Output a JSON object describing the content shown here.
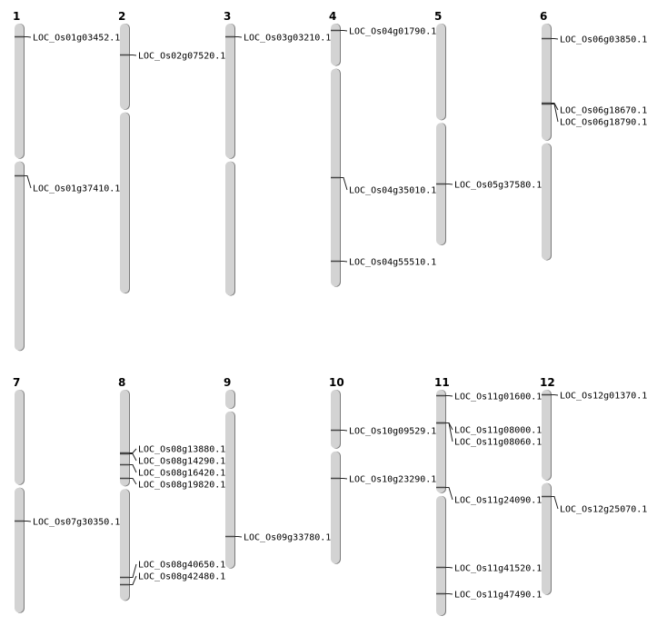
{
  "colors": {
    "chromosome": "#d3d3d3",
    "shadow": "#7a7a7a",
    "marker": "#444444"
  },
  "units": "Mb",
  "chromosomes": [
    {
      "name": "1",
      "length": 43.4,
      "centromere": 18.1,
      "markers": [
        {
          "label": "LOC_Os01g03452.1",
          "pos": 1.7
        },
        {
          "label": "LOC_Os01g37410.1",
          "pos": 20.1
        }
      ]
    },
    {
      "name": "2",
      "length": 35.8,
      "centromere": 11.6,
      "markers": [
        {
          "label": "LOC_Os02g07520.1",
          "pos": 4.1
        }
      ]
    },
    {
      "name": "3",
      "length": 36.1,
      "centromere": 18.1,
      "markers": [
        {
          "label": "LOC_Os03g03210.1",
          "pos": 1.7
        }
      ]
    },
    {
      "name": "4",
      "length": 34.9,
      "centromere": 5.8,
      "markers": [
        {
          "label": "LOC_Os04g01790.1",
          "pos": 0.8
        },
        {
          "label": "LOC_Os04g35010.1",
          "pos": 20.4
        },
        {
          "label": "LOC_Os04g55510.1",
          "pos": 31.4
        }
      ]
    },
    {
      "name": "5",
      "length": 29.4,
      "centromere": 13.0,
      "markers": [
        {
          "label": "LOC_Os05g37580.1",
          "pos": 21.2
        }
      ]
    },
    {
      "name": "6",
      "length": 31.4,
      "centromere": 15.7,
      "markers": [
        {
          "label": "LOC_Os06g03850.1",
          "pos": 1.9
        },
        {
          "label": "LOC_Os06g18670.1",
          "pos": 10.5
        },
        {
          "label": "LOC_Os06g18790.1",
          "pos": 10.55
        }
      ]
    },
    {
      "name": "7",
      "length": 29.6,
      "centromere": 12.8,
      "markers": [
        {
          "label": "LOC_Os07g30350.1",
          "pos": 17.3
        }
      ]
    },
    {
      "name": "8",
      "length": 28.0,
      "centromere": 13.0,
      "markers": [
        {
          "label": "LOC_Os08g13880.1",
          "pos": 8.3
        },
        {
          "label": "LOC_Os08g14290.1",
          "pos": 8.4
        },
        {
          "label": "LOC_Os08g16420.1",
          "pos": 9.9
        },
        {
          "label": "LOC_Os08g19820.1",
          "pos": 11.7
        },
        {
          "label": "LOC_Os08g40650.1",
          "pos": 24.8
        },
        {
          "label": "LOC_Os08g42480.1",
          "pos": 25.8
        }
      ]
    },
    {
      "name": "9",
      "length": 23.7,
      "centromere": 2.7,
      "markers": [
        {
          "label": "LOC_Os09g33780.1",
          "pos": 19.4
        }
      ]
    },
    {
      "name": "10",
      "length": 23.1,
      "centromere": 8.0,
      "markers": [
        {
          "label": "LOC_Os10g09529.1",
          "pos": 5.3
        },
        {
          "label": "LOC_Os10g23290.1",
          "pos": 11.7
        }
      ]
    },
    {
      "name": "11",
      "length": 30.0,
      "centromere": 13.9,
      "markers": [
        {
          "label": "LOC_Os11g01600.1",
          "pos": 0.7
        },
        {
          "label": "LOC_Os11g08000.1",
          "pos": 4.3
        },
        {
          "label": "LOC_Os11g08060.1",
          "pos": 4.35
        },
        {
          "label": "LOC_Os11g24090.1",
          "pos": 12.9
        },
        {
          "label": "LOC_Os11g41520.1",
          "pos": 23.5
        },
        {
          "label": "LOC_Os11g47490.1",
          "pos": 27.0
        }
      ]
    },
    {
      "name": "12",
      "length": 27.2,
      "centromere": 12.2,
      "markers": [
        {
          "label": "LOC_Os12g01370.1",
          "pos": 0.6
        },
        {
          "label": "LOC_Os12g25070.1",
          "pos": 14.1
        }
      ]
    }
  ]
}
